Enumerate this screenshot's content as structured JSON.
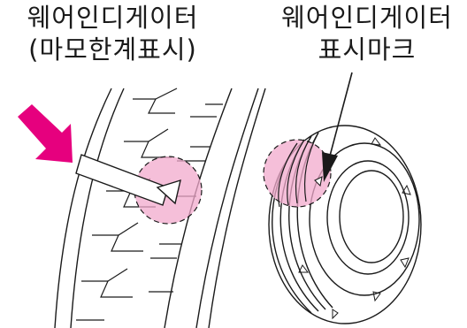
{
  "labels": {
    "left": {
      "line1": "웨어인디게이터",
      "line2": "(마모한계표시)"
    },
    "right": {
      "line1": "웨어인디게이터",
      "line2": "표시마크"
    }
  },
  "colors": {
    "highlight_fill": "#f2a9cc",
    "arrow_magenta": "#e6007e",
    "line": "#1a1a1a"
  },
  "icons": {
    "pointer_arrow": "magenta-arrow-icon",
    "indicator_arrow": "black-arrow-icon",
    "wear_mark": "triangle-mark-icon"
  }
}
